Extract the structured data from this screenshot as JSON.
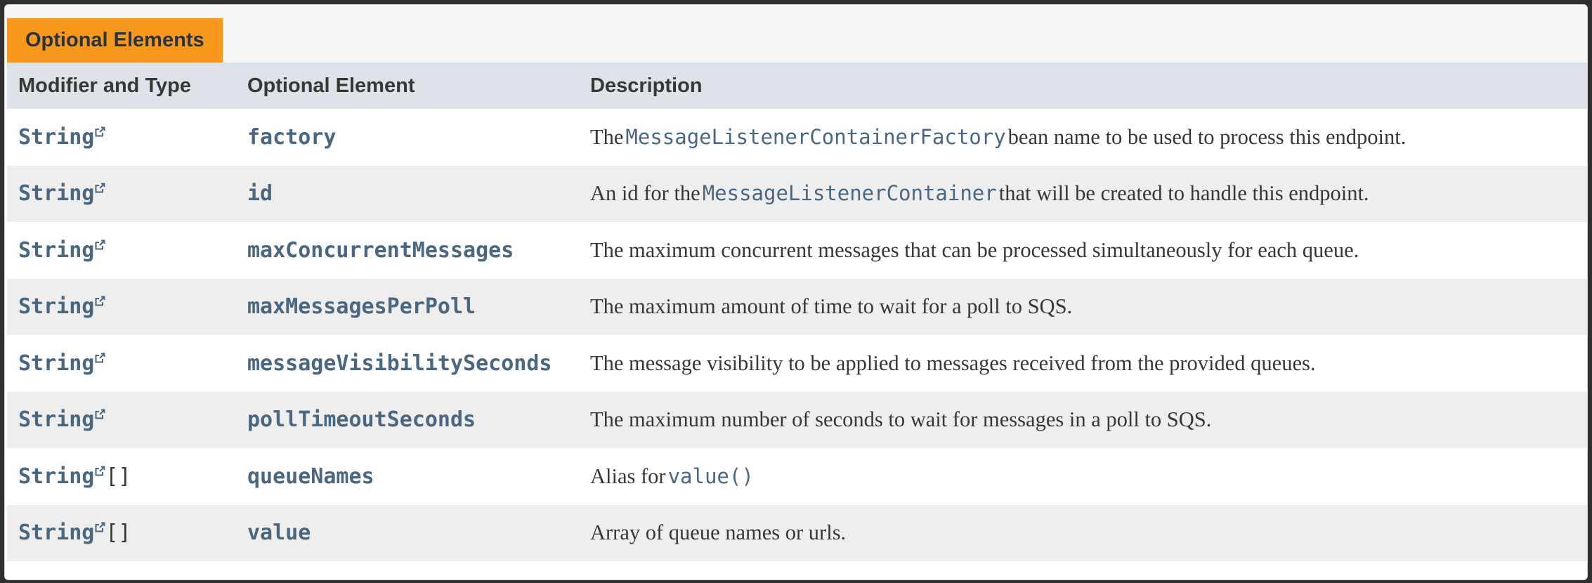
{
  "caption": "Optional Elements",
  "columns": {
    "modifier_type": "Modifier and Type",
    "element": "Optional Element",
    "description": "Description"
  },
  "rows": [
    {
      "type": "String",
      "suffix": "",
      "element": "factory",
      "desc_pre": "The",
      "desc_code": "MessageListenerContainerFactory",
      "desc_post": "bean name to be used to process this endpoint."
    },
    {
      "type": "String",
      "suffix": "",
      "element": "id",
      "desc_pre": "An id for the",
      "desc_code": "MessageListenerContainer",
      "desc_post": "that will be created to handle this endpoint."
    },
    {
      "type": "String",
      "suffix": "",
      "element": "maxConcurrentMessages",
      "desc_pre": "The maximum concurrent messages that can be processed simultaneously for each queue.",
      "desc_code": "",
      "desc_post": ""
    },
    {
      "type": "String",
      "suffix": "",
      "element": "maxMessagesPerPoll",
      "desc_pre": "The maximum amount of time to wait for a poll to SQS.",
      "desc_code": "",
      "desc_post": ""
    },
    {
      "type": "String",
      "suffix": "",
      "element": "messageVisibilitySeconds",
      "desc_pre": "The message visibility to be applied to messages received from the provided queues.",
      "desc_code": "",
      "desc_post": ""
    },
    {
      "type": "String",
      "suffix": "",
      "element": "pollTimeoutSeconds",
      "desc_pre": "The maximum number of seconds to wait for messages in a poll to SQS.",
      "desc_code": "",
      "desc_post": ""
    },
    {
      "type": "String",
      "suffix": "[]",
      "element": "queueNames",
      "desc_pre": "Alias for",
      "desc_code": "value()",
      "desc_post": ""
    },
    {
      "type": "String",
      "suffix": "[]",
      "element": "value",
      "desc_pre": "Array of queue names or urls.",
      "desc_code": "",
      "desc_post": ""
    }
  ],
  "icons": {
    "external_link": "external-link-icon"
  },
  "colors": {
    "caption_bg": "#f8981d",
    "header_bg": "#dee3e9",
    "link": "#4a6782",
    "alt_row_bg": "#eeeeef",
    "text": "#353833"
  }
}
